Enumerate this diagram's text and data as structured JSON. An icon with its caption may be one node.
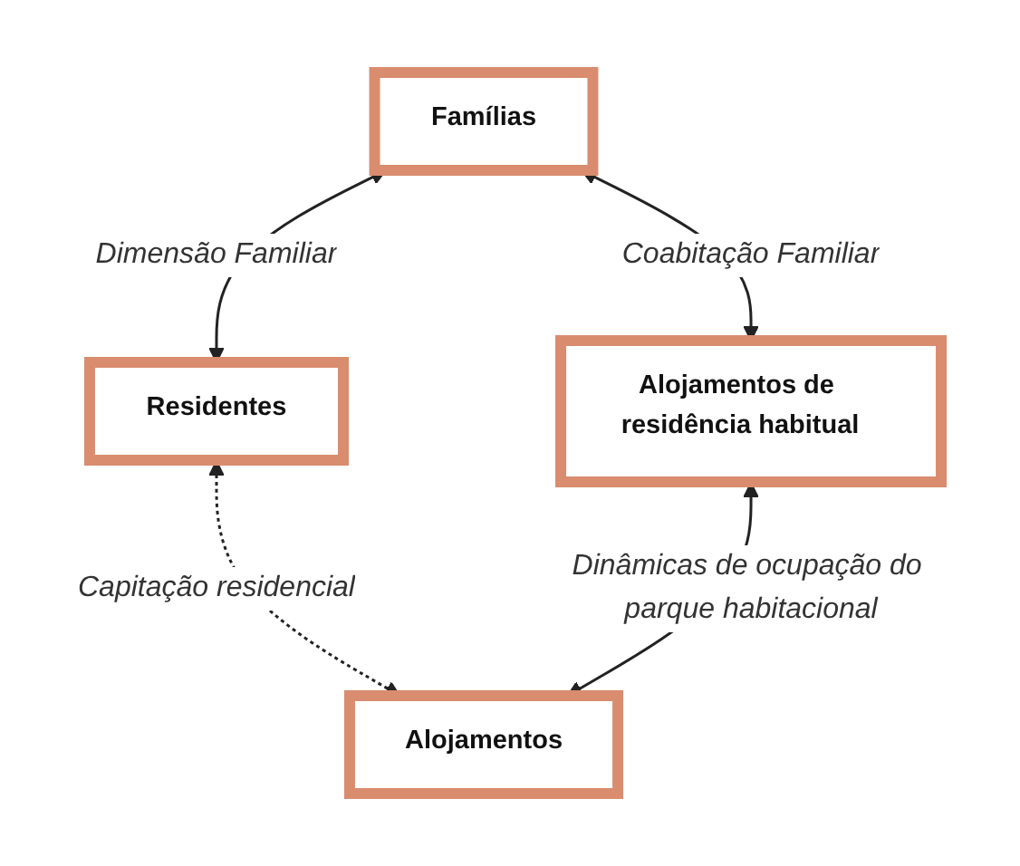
{
  "diagram": {
    "nodes": [
      {
        "text": [
          "Famílias"
        ]
      },
      {
        "text": [
          "Residentes"
        ]
      },
      {
        "text": [
          "Alojamentos"
        ]
      },
      {
        "text": [
          "Alojamentos de residência habitual"
        ]
      }
    ],
    "edges": [
      {
        "from": 0,
        "to": 1,
        "arrow": "both",
        "label": "Dimensão Familiar"
      },
      {
        "from": 1,
        "to": 2,
        "arrow": "both",
        "label": "Capitação residencial",
        "style": "dashed"
      },
      {
        "from": 3,
        "to": 2,
        "arrow": "both",
        "label": "Dinâmicas de ocupação do parque habitacional"
      },
      {
        "from": 0,
        "to": 3,
        "arrow": "both",
        "label": "Coabitação Familiar"
      }
    ]
  }
}
